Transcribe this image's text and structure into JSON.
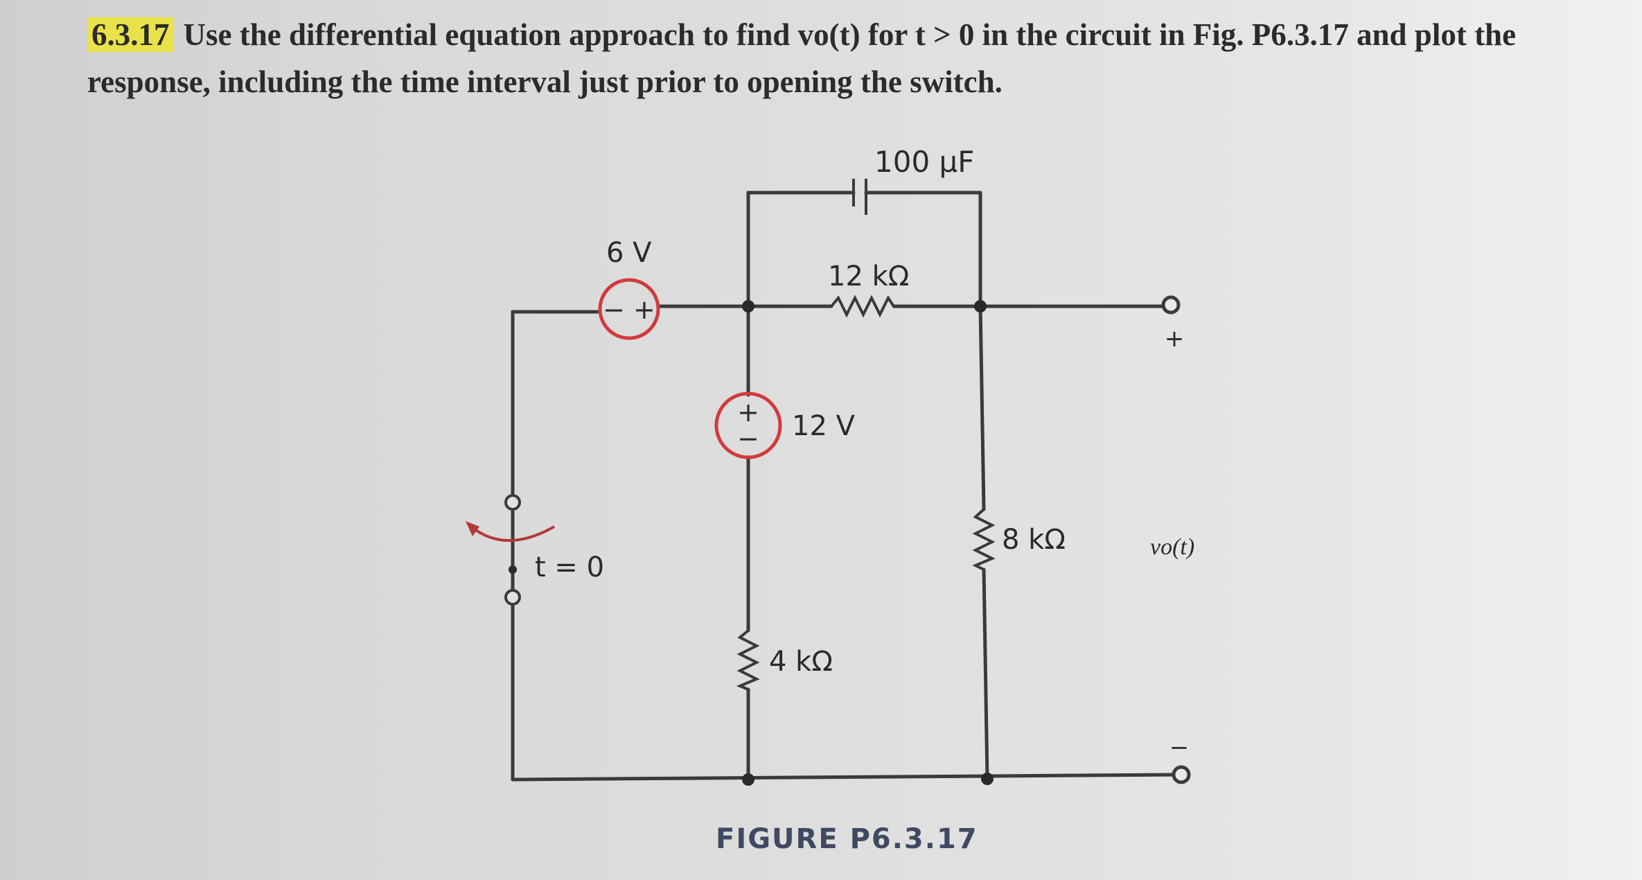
{
  "problem": {
    "number": "6.3.17",
    "text": "Use the differential equation approach to find vo(t) for t > 0 in the circuit in Fig. P6.3.17 and plot the response, including the time interval just prior to opening the switch."
  },
  "circuit": {
    "capacitor_label": "100 μF",
    "source_6v_label": "6 V",
    "source_6v_sign": "− +",
    "resistor_12k_label": "12 kΩ",
    "source_12v_label": "12 V",
    "source_12v_plus": "+",
    "source_12v_minus": "−",
    "resistor_8k_label": "8 kΩ",
    "resistor_4k_label": "4 kΩ",
    "switch_label": "t = 0",
    "output_plus": "+",
    "output_minus": "−",
    "output_label": "vo(t)"
  },
  "figure_caption": "FIGURE P6.3.17",
  "colors": {
    "wire": "#3a3a3a",
    "source_circle": "#d23a3a",
    "highlight": "#e9e24a",
    "caption": "#3f4a62"
  }
}
